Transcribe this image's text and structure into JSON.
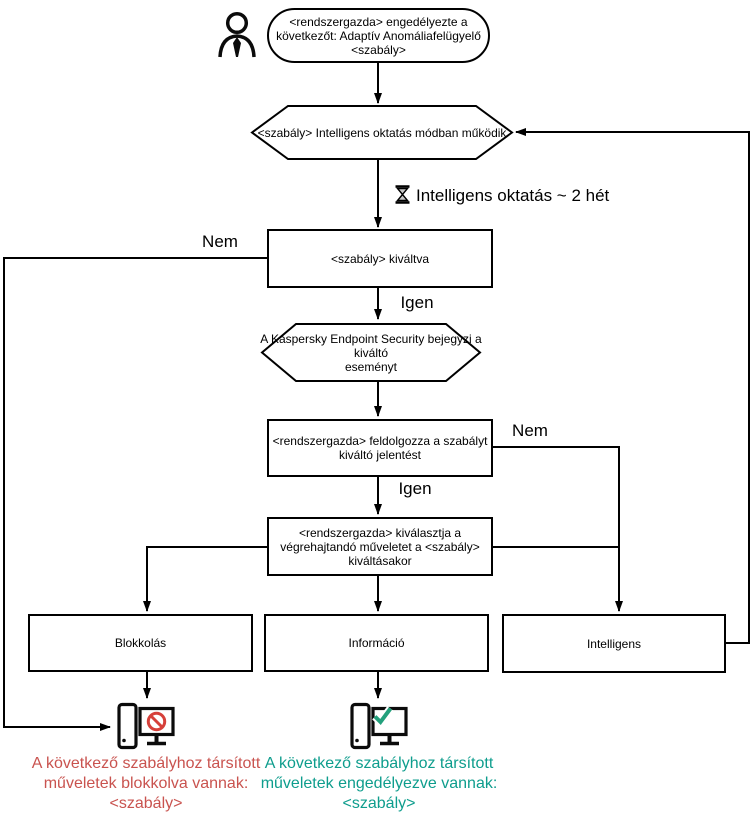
{
  "diagram": {
    "title": "Adaptive Anomaly Control rule workflow",
    "nodes": {
      "start": {
        "shape": "stadium",
        "label": "<rendszergazda> engedélyezte a\nkövetkezőt: Adaptív Anomáliafelügyelő\n<szabály>"
      },
      "training_mode": {
        "shape": "hexagon",
        "label": "<szabály> Intelligens oktatás módban működik"
      },
      "rule_triggered": {
        "shape": "rect",
        "label": "<szabály> kiváltva"
      },
      "log_event": {
        "shape": "hexagon",
        "label": "A Kaspersky Endpoint Security bejegyzi a kiváltó\neseményt"
      },
      "admin_processes": {
        "shape": "rect",
        "label": "<rendszergazda> feldolgozza a szabályt\nkiváltó jelentést"
      },
      "admin_selects": {
        "shape": "rect",
        "label": "<rendszergazda> kiválasztja a\nvégrehajtandó műveletet a <szabály>\nkiváltásakor"
      },
      "block": {
        "shape": "rect",
        "label": "Blokkolás"
      },
      "info": {
        "shape": "rect",
        "label": "Információ"
      },
      "smart": {
        "shape": "rect",
        "label": "Intelligens"
      }
    },
    "edge_labels": {
      "no_1": "Nem",
      "yes_1": "Igen",
      "no_2": "Nem",
      "yes_2": "Igen"
    },
    "timer_note": "Intelligens oktatás ~ 2 hét",
    "outcomes": {
      "blocked": {
        "text": "A következő szabályhoz társított\nműveletek blokkolva vannak:\n<szabály>",
        "color": "#c9534f"
      },
      "allowed": {
        "text": "A következő szabályhoz társított\nműveletek engedélyezve vannak:\n<szabály>",
        "color": "#0e9d8d"
      }
    },
    "icons": {
      "person": "person-icon",
      "hourglass": "hourglass-icon",
      "blocked_computer": "computer-blocked-icon",
      "allowed_computer": "computer-allowed-icon"
    },
    "colors": {
      "line": "#000000",
      "background": "#ffffff",
      "blocked_text": "#c9534f",
      "allowed_text": "#0e9d8d",
      "prohibition": "#d6403a",
      "checkmark": "#23a07c"
    }
  }
}
